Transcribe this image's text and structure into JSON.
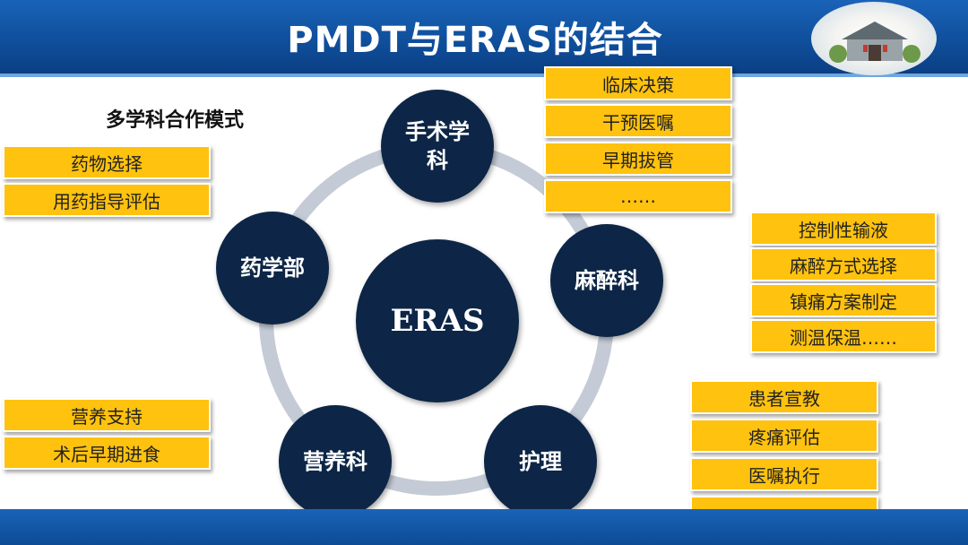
{
  "title": "PMDT与ERAS的结合",
  "colors": {
    "header": "#1a63b8",
    "node": "#0d2647",
    "box": "#ffc20e",
    "ring": "#c4cbd6"
  },
  "mode_title": "多学科合作模式",
  "center": "ERAS",
  "nodes": {
    "surgery_line1": "手术学",
    "surgery_line2": "科",
    "anesthesia": "麻醉科",
    "nursing": "护理",
    "nutrition": "营养科",
    "pharmacy": "药学部"
  },
  "surgery_boxes": [
    "临床决策",
    "干预医嘱",
    "早期拔管",
    "……"
  ],
  "anesthesia_boxes": [
    "控制性输液",
    "麻醉方式选择",
    "镇痛方案制定",
    "测温保温……"
  ],
  "nursing_boxes": [
    "患者宣教",
    "疼痛评估",
    "医嘱执行",
    "……"
  ],
  "pharmacy_boxes": [
    "药物选择",
    "用药指导评估"
  ],
  "nutrition_boxes": [
    "营养支持",
    "术后早期进食"
  ]
}
